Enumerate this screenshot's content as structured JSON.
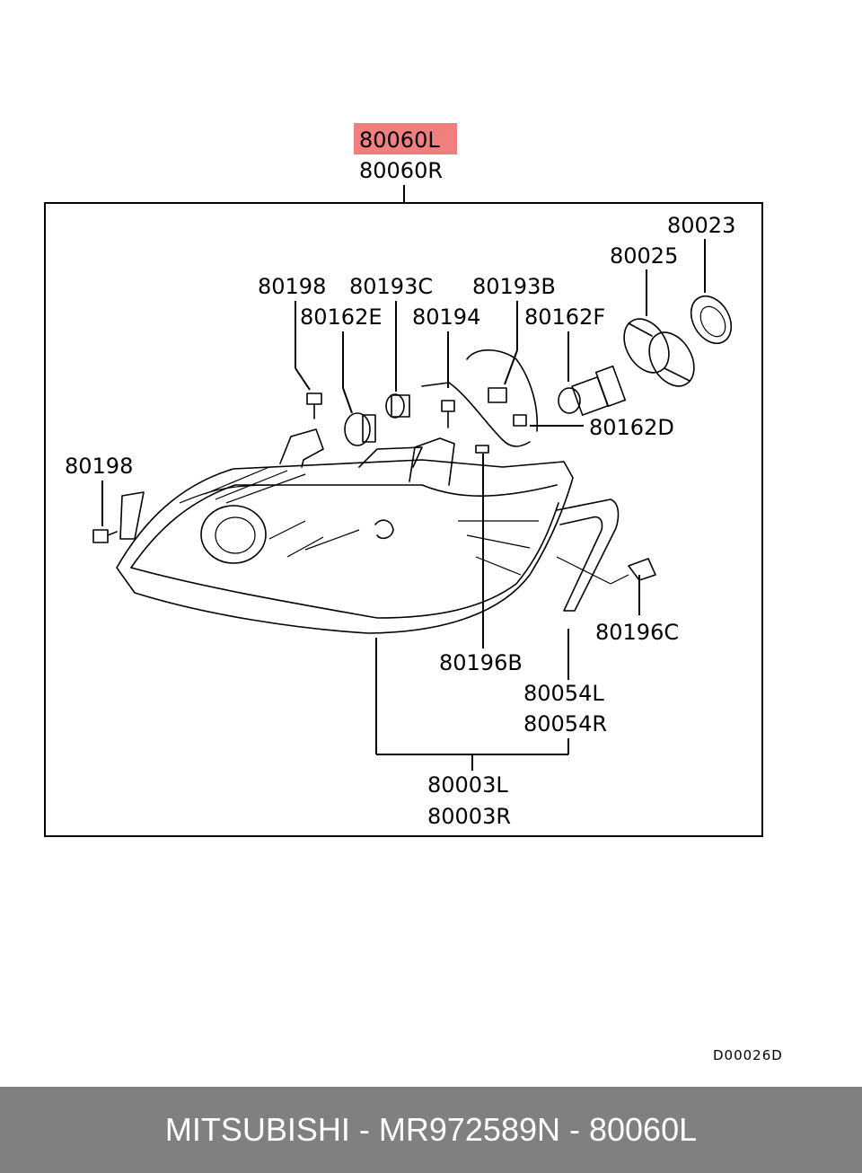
{
  "highlight_color": "#f08080",
  "diagram": {
    "assembly_labels": [
      "80060L",
      "80060R"
    ],
    "part_labels": {
      "p80023": "80023",
      "p80025": "80025",
      "p80198_top": "80198",
      "p80193c": "80193C",
      "p80193b": "80193B",
      "p80162e": "80162E",
      "p80194": "80194",
      "p80162f": "80162F",
      "p80162d": "80162D",
      "p80198_left": "80198",
      "p80196c": "80196C",
      "p80196b": "80196B",
      "p80054l": "80054L",
      "p80054r": "80054R",
      "p80003l": "80003L",
      "p80003r": "80003R"
    },
    "drawing_code": "D00026D"
  },
  "footer": {
    "brand": "MITSUBISHI",
    "part_number": "MR972589",
    "ref": "N - 80060L"
  }
}
